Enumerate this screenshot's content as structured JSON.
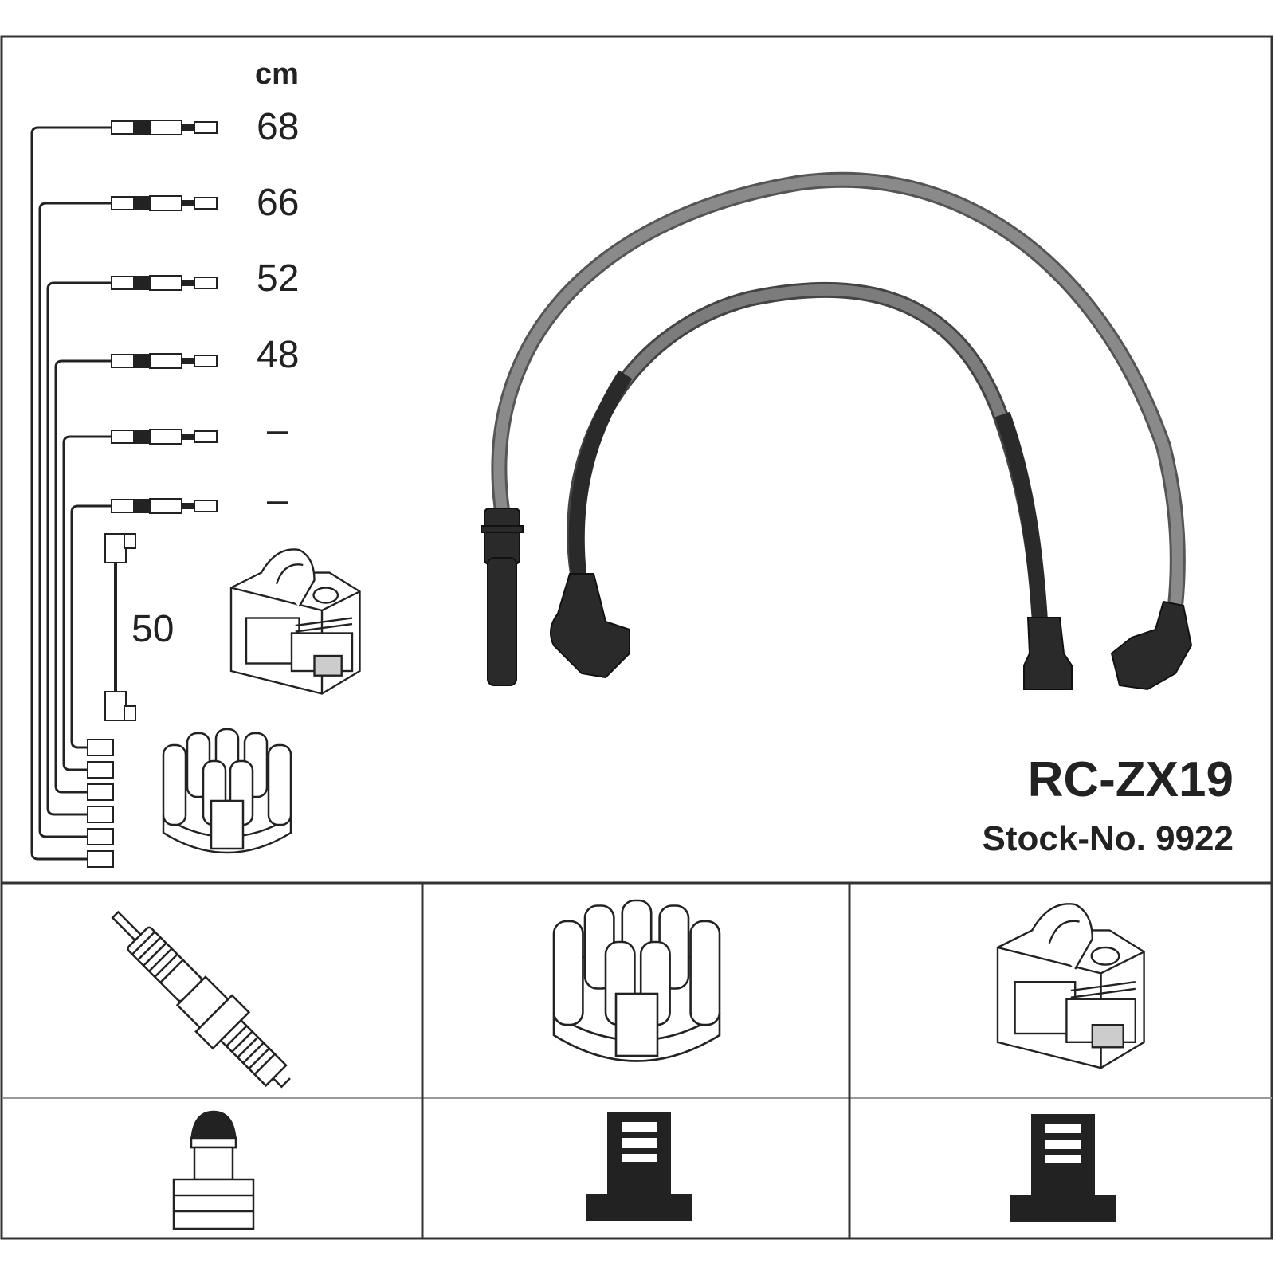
{
  "header": {
    "model": "RC-ZX19",
    "stock": "Stock-No. 9922"
  },
  "lengths": {
    "unit": "cm",
    "cables": [
      "68",
      "66",
      "52",
      "48",
      "–",
      "–"
    ],
    "coil_cable": "50"
  },
  "colors": {
    "line": "#222222",
    "cable_grey": "#8a8a8a",
    "boot_dark": "#2a2a2a",
    "frame": "#333333"
  },
  "icons": [
    "spark-plug-icon",
    "distributor-cap-icon",
    "ignition-coil-icon",
    "plug-terminal-icon",
    "cap-terminal-icon",
    "coil-terminal-icon"
  ]
}
